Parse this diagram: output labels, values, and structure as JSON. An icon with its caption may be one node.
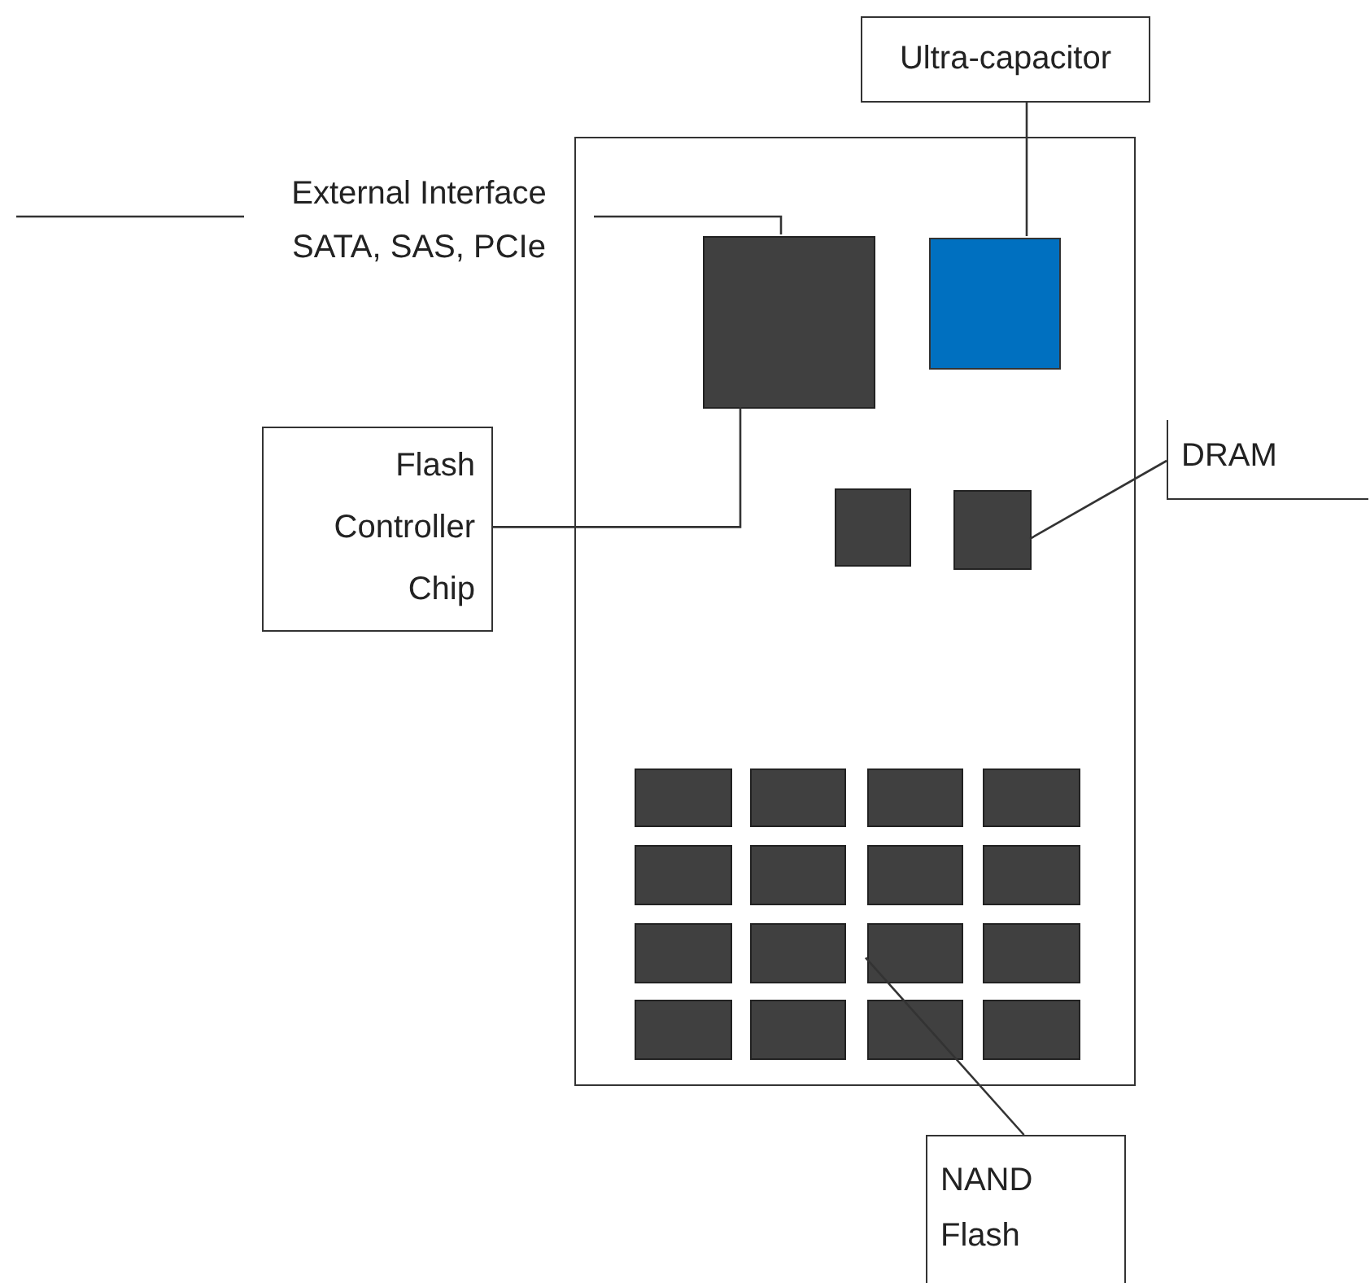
{
  "diagram": {
    "nodes": [
      {
        "text": [
          "Ultra-capacitor"
        ]
      },
      {
        "text": [],
        "shape": "box"
      },
      {
        "text": [
          "External Interface SATA, SAS, PCIe"
        ]
      },
      {
        "text": [],
        "shape": "box",
        "in": 1
      },
      {
        "text": [],
        "shape": "box",
        "in": 1
      },
      {
        "text": [
          "Flash Controller Chip"
        ]
      },
      {
        "text": [],
        "shape": "box",
        "in": 1
      },
      {
        "text": [],
        "shape": "box",
        "in": 1
      },
      {
        "text": [
          "DRAM"
        ]
      },
      {
        "text": [],
        "shape": "box",
        "in": 1
      },
      {
        "text": [],
        "shape": "box",
        "in": 1
      },
      {
        "text": [],
        "shape": "box",
        "in": 1
      },
      {
        "text": [],
        "shape": "box",
        "in": 1
      },
      {
        "text": [],
        "shape": "box",
        "in": 1
      },
      {
        "text": [],
        "shape": "box",
        "in": 1
      },
      {
        "text": [],
        "shape": "box",
        "in": 1
      },
      {
        "text": [],
        "shape": "box",
        "in": 1
      },
      {
        "text": [],
        "shape": "box",
        "in": 1
      },
      {
        "text": [],
        "shape": "box",
        "in": 1
      },
      {
        "text": [],
        "shape": "box",
        "in": 1
      },
      {
        "text": [],
        "shape": "box",
        "in": 1
      },
      {
        "text": [],
        "shape": "box",
        "in": 1
      },
      {
        "text": [],
        "shape": "box",
        "in": 1
      },
      {
        "text": [],
        "shape": "box",
        "in": 1
      },
      {
        "text": [],
        "shape": "box",
        "in": 1
      },
      {
        "text": [
          "NAND Flash"
        ]
      }
    ],
    "edges": [
      {
        "from": 0,
        "to": 4,
        "arrow": "none"
      },
      {
        "from": 2,
        "to": 3,
        "arrow": "none"
      },
      {
        "from": 5,
        "to": 3,
        "arrow": "none"
      },
      {
        "from": 8,
        "to": 7,
        "arrow": "none"
      },
      {
        "from": 25,
        "to": 19,
        "arrow": "none"
      }
    ]
  }
}
